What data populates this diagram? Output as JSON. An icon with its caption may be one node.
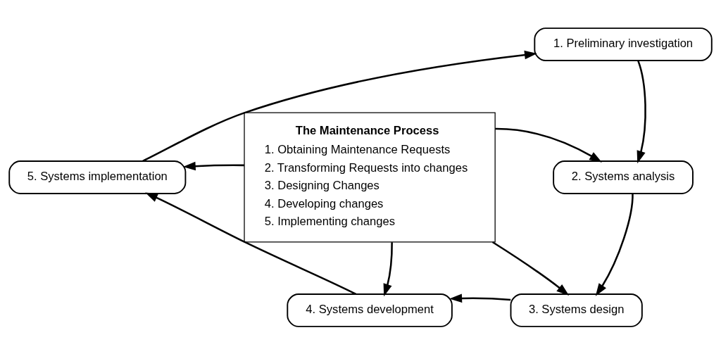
{
  "diagram": {
    "nodes": [
      {
        "text": [
          "1. Preliminary investigation"
        ]
      },
      {
        "text": [
          "5. Systems implementation"
        ]
      },
      {
        "text": [
          "The Maintenance Process",
          "1. Obtaining Maintenance Requests",
          "2. Transforming Requests into changes",
          "3. Designing Changes",
          "4. Developing changes",
          "5. Implementing changes"
        ]
      },
      {
        "text": [
          "2. Systems analysis"
        ]
      },
      {
        "text": [
          "4. Systems development"
        ]
      },
      {
        "text": [
          "3. Systems design"
        ]
      }
    ],
    "edges": [
      {
        "from": 0,
        "to": 3,
        "arrow": "to"
      },
      {
        "from": 3,
        "to": 5,
        "arrow": "to"
      },
      {
        "from": 5,
        "to": 4,
        "arrow": "to"
      },
      {
        "from": 4,
        "to": 1,
        "arrow": "to"
      },
      {
        "from": 1,
        "to": 0,
        "arrow": "to"
      },
      {
        "from": 2,
        "to": 3,
        "arrow": "to"
      },
      {
        "from": 2,
        "to": 1,
        "arrow": "to"
      },
      {
        "from": 2,
        "to": 4,
        "arrow": "to"
      },
      {
        "from": 2,
        "to": 5,
        "arrow": "to"
      }
    ]
  }
}
